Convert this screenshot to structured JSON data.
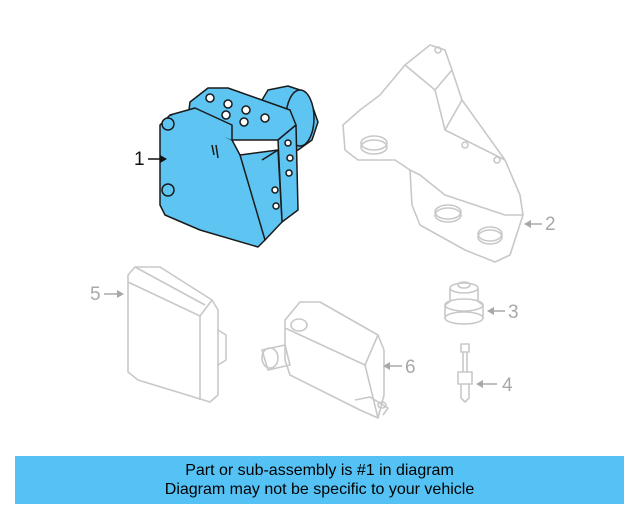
{
  "diagram": {
    "callouts": [
      {
        "id": "1",
        "label": "1"
      },
      {
        "id": "2",
        "label": "2"
      },
      {
        "id": "3",
        "label": "3"
      },
      {
        "id": "4",
        "label": "4"
      },
      {
        "id": "5",
        "label": "5"
      },
      {
        "id": "6",
        "label": "6"
      }
    ],
    "highlight_part": "1",
    "colors": {
      "highlight_fill": "#5ec4f2",
      "highlight_stroke": "#1a1a1a",
      "ghost_stroke": "#c8c8c8",
      "ghost_text": "#a8a8a8",
      "banner": "#55c2f5"
    }
  },
  "banner": {
    "line1": "Part or sub-assembly is #1 in diagram",
    "line2": "Diagram may not be specific to your vehicle"
  }
}
